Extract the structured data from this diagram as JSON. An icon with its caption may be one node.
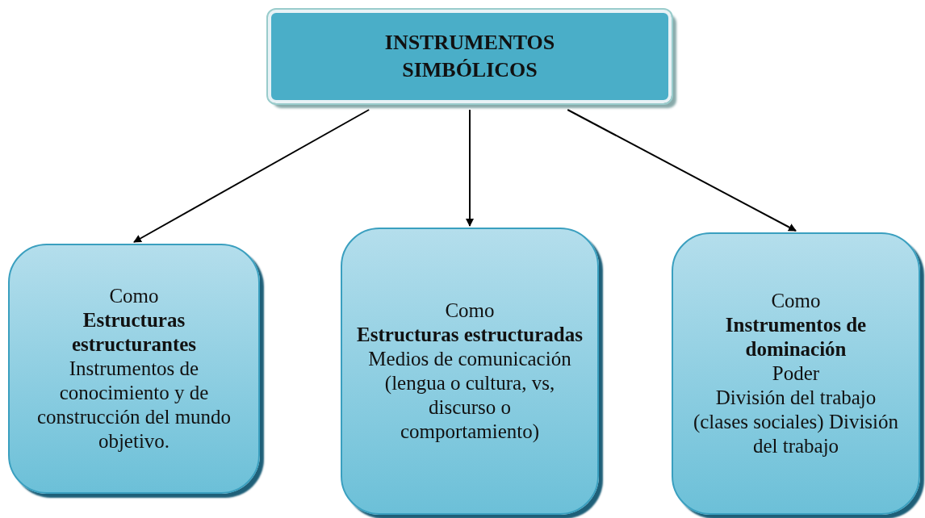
{
  "diagram": {
    "nodes": [
      {
        "text": [
          "INSTRUMENTOS SIMBÓLICOS"
        ]
      },
      {
        "text": [
          "Como",
          "Estructuras estructurantes",
          "Instrumentos de conocimiento y de construcción del mundo objetivo."
        ]
      },
      {
        "text": [
          "Como",
          "Estructuras estructuradas",
          "Medios de comunicación (lengua o cultura, vs, discurso o comportamiento)"
        ]
      },
      {
        "text": [
          "Como",
          "Instrumentos de dominación",
          "Poder",
          "División del trabajo (clases sociales) División del trabajo"
        ]
      }
    ],
    "edges": [
      {
        "from": 0,
        "to": 1,
        "arrow": "to"
      },
      {
        "from": 0,
        "to": 2,
        "arrow": "to"
      },
      {
        "from": 0,
        "to": 3,
        "arrow": "to"
      }
    ]
  }
}
